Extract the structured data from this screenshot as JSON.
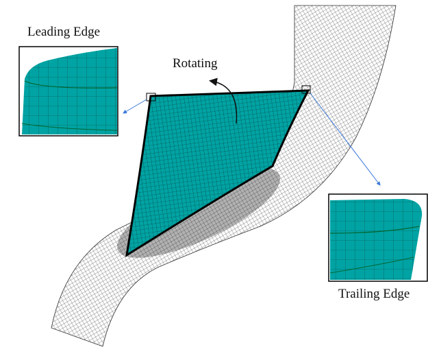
{
  "labels": {
    "leading_edge": "Leading Edge",
    "trailing_edge": "Trailing Edge",
    "rotating": "Rotating"
  },
  "colors": {
    "blade": "#00a3a3",
    "mesh": "#1a1a1a",
    "arrow": "#3a78d8"
  }
}
